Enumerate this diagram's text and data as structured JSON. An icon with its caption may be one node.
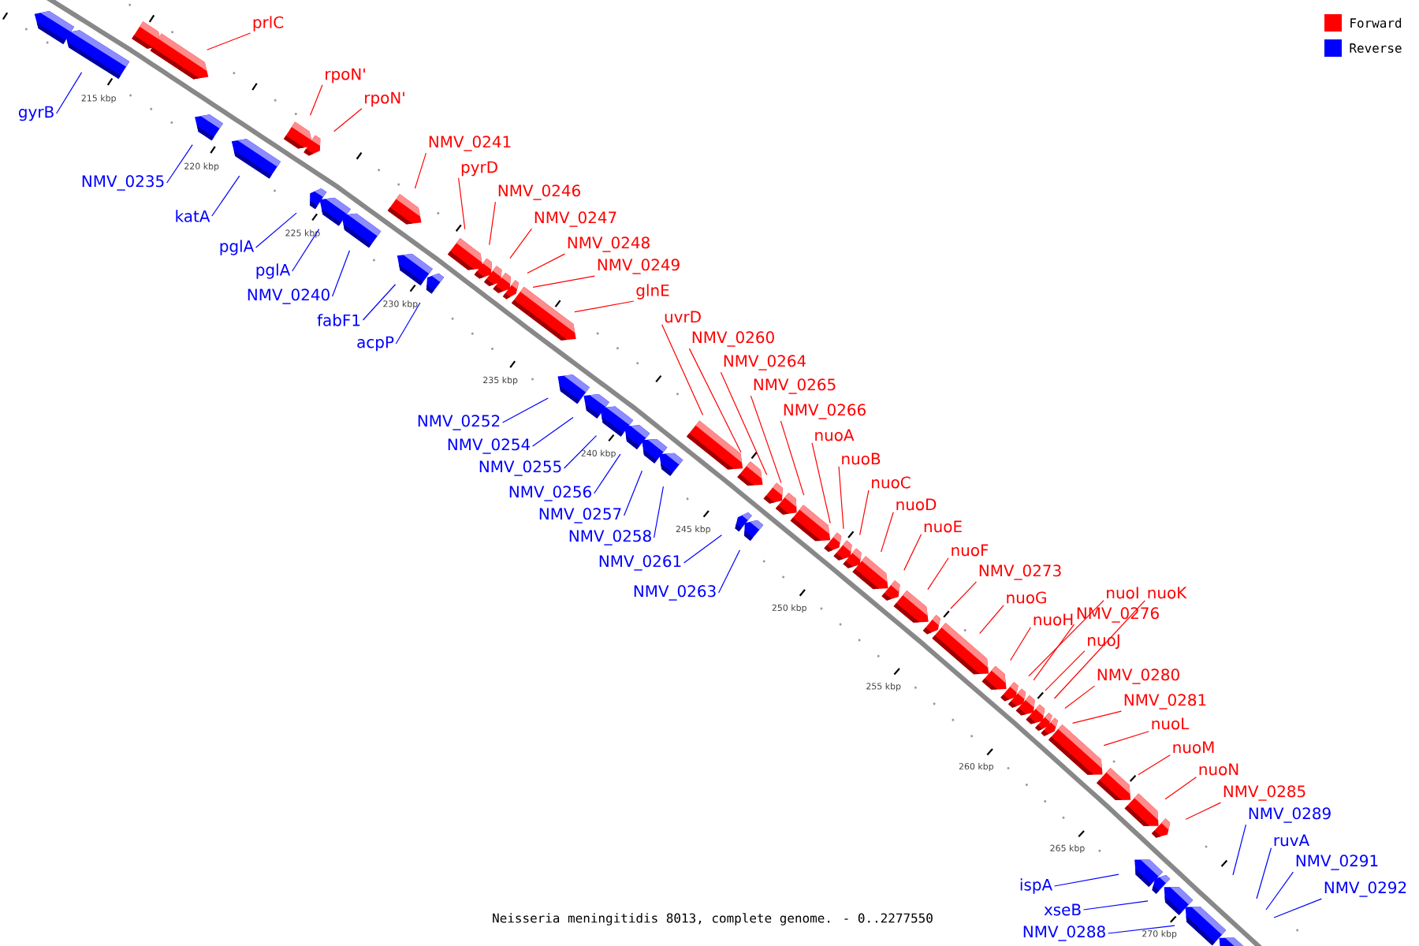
{
  "diagram": {
    "caption": "Neisseria meningitidis 8013, complete genome. - 0..2277550",
    "nodes": [
      {
        "text": [
          "prlC"
        ]
      },
      {
        "text": [
          "rpoN'"
        ]
      },
      {
        "text": [
          "rpoN'"
        ]
      },
      {
        "text": [
          "gyrB"
        ]
      },
      {
        "text": [
          "NMV_0241"
        ]
      },
      {
        "text": [
          "pyrD"
        ]
      },
      {
        "text": [
          "NMV_0235"
        ]
      },
      {
        "text": [
          "NMV_0246"
        ]
      },
      {
        "text": [
          "katA"
        ]
      },
      {
        "text": [
          "NMV_0247"
        ]
      },
      {
        "text": [
          "NMV_0248"
        ]
      },
      {
        "text": [
          "pglA"
        ]
      },
      {
        "text": [
          "NMV_0249"
        ]
      },
      {
        "text": [
          "pglA"
        ]
      },
      {
        "text": [
          "glnE"
        ]
      },
      {
        "text": [
          "NMV_0240"
        ]
      },
      {
        "text": [
          "uvrD"
        ]
      },
      {
        "text": [
          "fabF1"
        ]
      },
      {
        "text": [
          "NMV_0260"
        ]
      },
      {
        "text": [
          "acpP"
        ]
      },
      {
        "text": [
          "NMV_0264"
        ]
      },
      {
        "text": [
          "NMV_0265"
        ]
      },
      {
        "text": [
          "NMV_0266"
        ]
      },
      {
        "text": [
          "NMV_0252"
        ]
      },
      {
        "text": [
          "nuoA"
        ]
      },
      {
        "text": [
          "NMV_0254"
        ]
      },
      {
        "text": [
          "nuoB"
        ]
      },
      {
        "text": [
          "NMV_0255"
        ]
      },
      {
        "text": [
          "nuoC"
        ]
      },
      {
        "text": [
          "NMV_0256"
        ]
      },
      {
        "text": [
          "nuoD"
        ]
      },
      {
        "text": [
          "NMV_0257"
        ]
      },
      {
        "text": [
          "nuoE"
        ]
      },
      {
        "text": [
          "NMV_0258"
        ]
      },
      {
        "text": [
          "nuoF"
        ]
      },
      {
        "text": [
          "NMV_0261"
        ]
      },
      {
        "text": [
          "NMV_0273"
        ]
      },
      {
        "text": [
          "nuoI"
        ]
      },
      {
        "text": [
          "nuoK"
        ]
      },
      {
        "text": [
          "NMV_0263"
        ]
      },
      {
        "text": [
          "nuoG"
        ]
      },
      {
        "text": [
          "NMV_0276"
        ]
      },
      {
        "text": [
          "nuoH"
        ]
      },
      {
        "text": [
          "nuoJ"
        ]
      },
      {
        "text": [
          "NMV_0280"
        ]
      },
      {
        "text": [
          "NMV_0281"
        ]
      },
      {
        "text": [
          "nuoL"
        ]
      },
      {
        "text": [
          "nuoM"
        ]
      },
      {
        "text": [
          "nuoN"
        ]
      },
      {
        "text": [
          "NMV_0285"
        ]
      },
      {
        "text": [
          "NMV_0289"
        ]
      },
      {
        "text": [
          "ruvA"
        ]
      },
      {
        "text": [
          "NMV_0291"
        ]
      },
      {
        "text": [
          "ispA"
        ]
      },
      {
        "text": [
          "NMV_0292"
        ]
      },
      {
        "text": [
          "xseB"
        ]
      },
      {
        "text": [
          "NMV_0288"
        ]
      },
      {
        "text": [],
        "shape": "box"
      },
      {
        "text": [],
        "shape": "box"
      },
      {
        "text": [],
        "shape": "box"
      },
      {
        "text": [],
        "shape": "box"
      },
      {
        "text": [],
        "shape": "box"
      },
      {
        "text": [],
        "shape": "box"
      },
      {
        "text": [],
        "shape": "box"
      },
      {
        "text": [],
        "shape": "box"
      },
      {
        "text": [],
        "shape": "box"
      },
      {
        "text": [],
        "shape": "box"
      },
      {
        "text": [],
        "shape": "box"
      },
      {
        "text": [],
        "shape": "box"
      },
      {
        "text": [],
        "shape": "box"
      },
      {
        "text": [],
        "shape": "box"
      },
      {
        "text": [],
        "shape": "box"
      },
      {
        "text": [],
        "shape": "box"
      },
      {
        "text": [],
        "shape": "box"
      },
      {
        "text": [],
        "shape": "box"
      },
      {
        "text": [],
        "shape": "box"
      },
      {
        "text": [],
        "shape": "box"
      },
      {
        "text": [],
        "shape": "box"
      },
      {
        "text": [],
        "shape": "box"
      },
      {
        "text": [],
        "shape": "box"
      },
      {
        "text": [],
        "shape": "box"
      },
      {
        "text": [],
        "shape": "box"
      },
      {
        "text": [],
        "shape": "box"
      },
      {
        "text": [],
        "shape": "box"
      },
      {
        "text": [],
        "shape": "box"
      },
      {
        "text": [],
        "shape": "box"
      },
      {
        "text": [],
        "shape": "box"
      },
      {
        "text": [],
        "shape": "box"
      },
      {
        "text": [],
        "shape": "box"
      },
      {
        "text": [],
        "shape": "box"
      },
      {
        "text": [],
        "shape": "box"
      },
      {
        "text": [],
        "shape": "box"
      },
      {
        "text": [],
        "shape": "box"
      },
      {
        "text": [],
        "shape": "box"
      },
      {
        "text": [],
        "shape": "box"
      },
      {
        "text": [],
        "shape": "box"
      },
      {
        "text": [],
        "shape": "box"
      },
      {
        "text": [],
        "shape": "box"
      },
      {
        "text": [],
        "shape": "box"
      },
      {
        "text": [],
        "shape": "box"
      },
      {
        "text": [],
        "shape": "box"
      },
      {
        "text": [],
        "shape": "box"
      },
      {
        "text": [],
        "shape": "box"
      },
      {
        "text": [],
        "shape": "box"
      },
      {
        "text": [],
        "shape": "box"
      },
      {
        "text": [],
        "shape": "box"
      },
      {
        "text": [],
        "shape": "box"
      },
      {
        "text": [],
        "shape": "box"
      },
      {
        "text": [],
        "shape": "box"
      },
      {
        "text": [],
        "shape": "box"
      },
      {
        "text": [],
        "shape": "box"
      },
      {
        "text": [],
        "shape": "box"
      },
      {
        "text": [],
        "shape": "box"
      },
      {
        "text": [],
        "shape": "box"
      }
    ],
    "edges": [
      {
        "from": 0,
        "to": 60,
        "arrow": "none"
      },
      {
        "from": 1,
        "to": 63,
        "arrow": "none"
      },
      {
        "from": 2,
        "to": 64,
        "arrow": "none"
      },
      {
        "from": 3,
        "to": 58,
        "arrow": "none",
        "color": "#0000ff"
      },
      {
        "from": 4,
        "to": 68,
        "arrow": "none"
      },
      {
        "from": 5,
        "to": 71,
        "arrow": "none"
      },
      {
        "from": 6,
        "to": 61,
        "arrow": "none",
        "color": "#0000ff"
      },
      {
        "from": 7,
        "to": 72,
        "arrow": "none"
      },
      {
        "from": 8,
        "to": 62,
        "arrow": "none",
        "color": "#0000ff"
      },
      {
        "from": 9,
        "to": 73,
        "arrow": "none"
      },
      {
        "from": 10,
        "to": 74,
        "arrow": "none"
      },
      {
        "from": 11,
        "to": 65,
        "arrow": "none",
        "color": "#0000ff"
      },
      {
        "from": 12,
        "to": 75,
        "arrow": "none"
      },
      {
        "from": 13,
        "to": 66,
        "arrow": "none",
        "color": "#0000ff"
      },
      {
        "from": 14,
        "to": 76,
        "arrow": "none"
      },
      {
        "from": 15,
        "to": 67,
        "arrow": "none",
        "color": "#0000ff"
      },
      {
        "from": 16,
        "to": 83,
        "arrow": "none"
      },
      {
        "from": 17,
        "to": 69,
        "arrow": "none",
        "color": "#0000ff"
      },
      {
        "from": 18,
        "to": 84,
        "arrow": "none"
      },
      {
        "from": 19,
        "to": 70,
        "arrow": "none",
        "color": "#0000ff"
      },
      {
        "from": 20,
        "to": 87,
        "arrow": "none"
      },
      {
        "from": 21,
        "to": 88,
        "arrow": "none"
      },
      {
        "from": 22,
        "to": 89,
        "arrow": "none"
      },
      {
        "from": 23,
        "to": 77,
        "arrow": "none",
        "color": "#0000ff"
      },
      {
        "from": 24,
        "to": 90,
        "arrow": "none"
      },
      {
        "from": 25,
        "to": 78,
        "arrow": "none",
        "color": "#0000ff"
      },
      {
        "from": 26,
        "to": 91,
        "arrow": "none"
      },
      {
        "from": 27,
        "to": 79,
        "arrow": "none",
        "color": "#0000ff"
      },
      {
        "from": 28,
        "to": 92,
        "arrow": "none"
      },
      {
        "from": 29,
        "to": 80,
        "arrow": "none",
        "color": "#0000ff"
      },
      {
        "from": 30,
        "to": 93,
        "arrow": "none"
      },
      {
        "from": 31,
        "to": 81,
        "arrow": "none",
        "color": "#0000ff"
      },
      {
        "from": 32,
        "to": 94,
        "arrow": "none"
      },
      {
        "from": 33,
        "to": 82,
        "arrow": "none",
        "color": "#0000ff"
      },
      {
        "from": 34,
        "to": 95,
        "arrow": "none"
      },
      {
        "from": 35,
        "to": 85,
        "arrow": "none",
        "color": "#0000ff"
      },
      {
        "from": 36,
        "to": 96,
        "arrow": "none"
      },
      {
        "from": 37,
        "to": 99,
        "arrow": "none"
      },
      {
        "from": 38,
        "to": 102,
        "arrow": "none"
      },
      {
        "from": 39,
        "to": 86,
        "arrow": "none",
        "color": "#0000ff"
      },
      {
        "from": 40,
        "to": 97,
        "arrow": "none"
      },
      {
        "from": 41,
        "to": 100,
        "arrow": "none"
      },
      {
        "from": 42,
        "to": 98,
        "arrow": "none"
      },
      {
        "from": 43,
        "to": 101,
        "arrow": "none"
      },
      {
        "from": 44,
        "to": 103,
        "arrow": "none"
      },
      {
        "from": 45,
        "to": 104,
        "arrow": "none"
      },
      {
        "from": 46,
        "to": 105,
        "arrow": "none"
      },
      {
        "from": 47,
        "to": 106,
        "arrow": "none"
      },
      {
        "from": 48,
        "to": 107,
        "arrow": "none"
      },
      {
        "from": 49,
        "to": 108,
        "arrow": "none"
      },
      {
        "from": 50,
        "to": null,
        "arrow": "none",
        "color": "#0000ff"
      },
      {
        "from": 51,
        "to": null,
        "arrow": "none",
        "color": "#0000ff"
      },
      {
        "from": 52,
        "to": null,
        "arrow": "none",
        "color": "#0000ff"
      },
      {
        "from": 53,
        "to": 109,
        "arrow": "none",
        "color": "#0000ff"
      },
      {
        "from": 54,
        "to": null,
        "arrow": "none",
        "color": "#0000ff"
      },
      {
        "from": 55,
        "to": 111,
        "arrow": "none",
        "color": "#0000ff"
      },
      {
        "from": 56,
        "to": 112,
        "arrow": "none",
        "color": "#0000ff"
      }
    ],
    "labels": [
      "215 kbp",
      "220 kbp",
      "225 kbp",
      "230 kbp",
      "235 kbp",
      "240 kbp",
      "245 kbp",
      "250 kbp",
      "255 kbp",
      "260 kbp",
      "265 kbp",
      "270 kbp"
    ],
    "legend": [
      {
        "text": "Forward",
        "color": "#ff0000"
      },
      {
        "text": "Reverse",
        "color": "#0000ff"
      }
    ]
  }
}
